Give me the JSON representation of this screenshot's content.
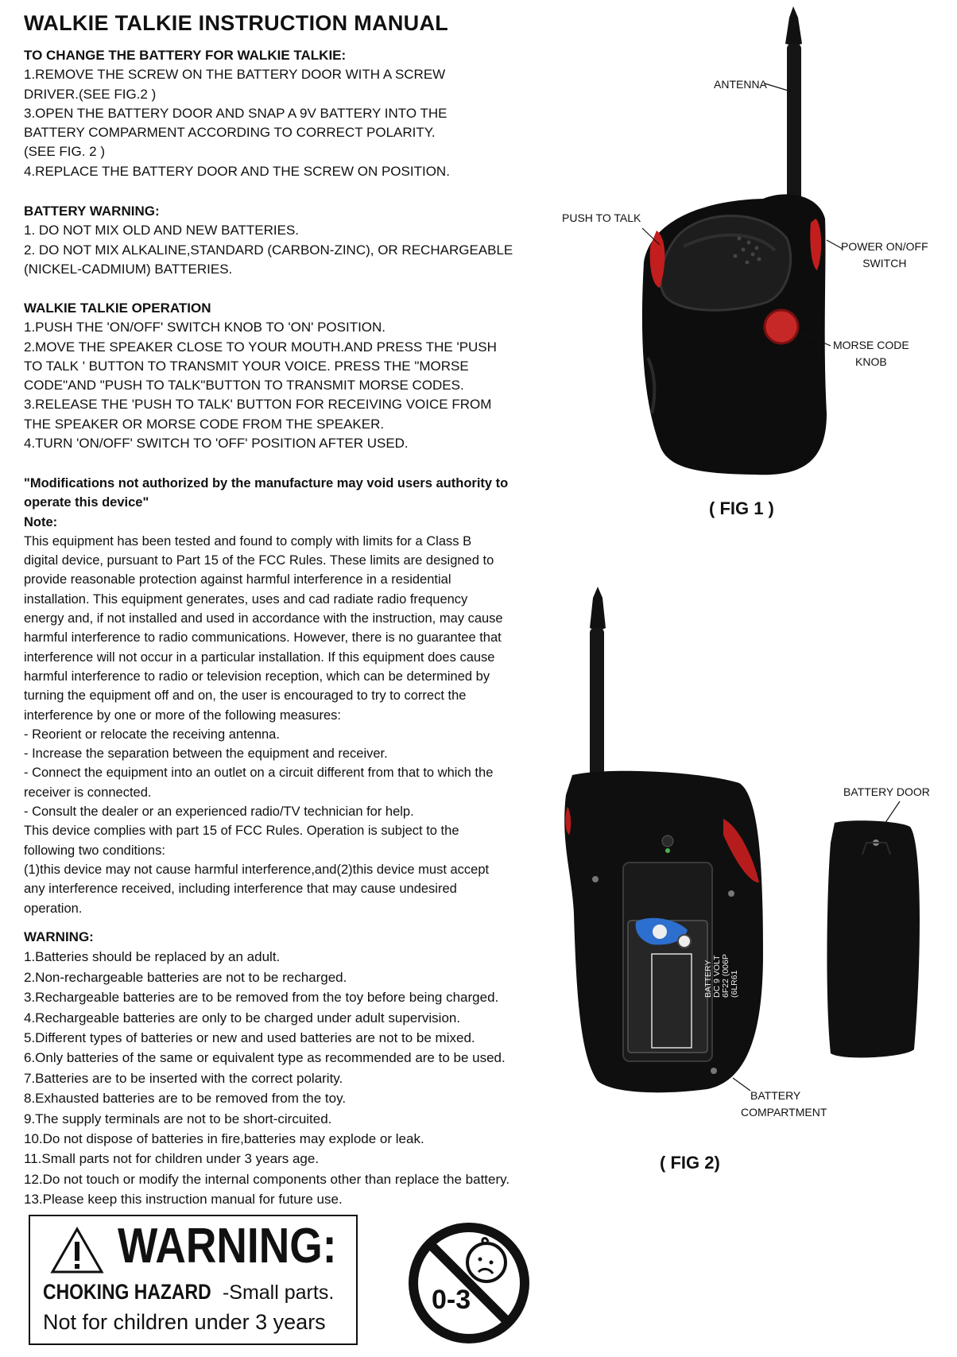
{
  "title": "WALKIE TALKIE  INSTRUCTION MANUAL",
  "battery_change": {
    "heading": "TO CHANGE THE BATTERY FOR  WALKIE TALKIE:",
    "lines": [
      "1.REMOVE THE SCREW ON  THE BATTERY DOOR WITH A SCREW",
      "DRIVER.(SEE FIG.2 )",
      "3.OPEN THE BATTERY DOOR AND SNAP A 9V  BATTERY INTO THE",
      "BATTERY COMPARMENT ACCORDING TO CORRECT POLARITY.",
      "(SEE FIG. 2 )",
      "4.REPLACE THE BATTERY DOOR AND THE SCREW ON POSITION."
    ]
  },
  "battery_warning": {
    "heading": "BATTERY WARNING:",
    "lines": [
      "1. DO NOT MIX OLD AND NEW BATTERIES.",
      "2. DO NOT MIX ALKALINE,STANDARD (CARBON-ZINC), OR RECHARGEABLE",
      "(NICKEL-CADMIUM) BATTERIES."
    ]
  },
  "operation": {
    "heading": "WALKIE TALKIE OPERATION",
    "lines": [
      "1.PUSH THE 'ON/OFF' SWITCH KNOB TO 'ON' POSITION.",
      "2.MOVE THE SPEAKER CLOSE TO YOUR MOUTH.AND PRESS THE  'PUSH",
      "TO TALK ' BUTTON TO TRANSMIT YOUR VOICE. PRESS THE \"MORSE",
      "CODE\"AND \"PUSH TO TALK\"BUTTON TO TRANSMIT MORSE CODES.",
      "3.RELEASE THE 'PUSH TO TALK' BUTTON FOR RECEIVING VOICE FROM",
      "THE SPEAKER OR MORSE CODE FROM THE SPEAKER.",
      "4.TURN 'ON/OFF' SWITCH TO 'OFF' POSITION AFTER USED."
    ]
  },
  "modification": {
    "lines": [
      "\"Modifications not authorized by the manufacture may void users authority to",
      "operate this device\""
    ],
    "note_label": "Note:"
  },
  "fcc": {
    "lines": [
      "This equipment has been tested and found to comply with limits for a Class B",
      "digital device, pursuant to Part 15 of the FCC Rules. These limits are designed to",
      "provide reasonable protection against harmful interference in a residential",
      "installation. This equipment generates, uses and cad radiate radio frequency",
      "energy and, if not installed and used in accordance with the instruction, may cause",
      "harmful interference to radio communications. However, there is no guarantee that",
      "interference will not occur in a particular installation. If this equipment does cause",
      "harmful interference to radio or television reception, which can be determined by",
      "turning the equipment off and on, the user is encouraged to try to correct the",
      "interference by one or more of the following measures:",
      "- Reorient or relocate the receiving antenna.",
      "- Increase the separation between the equipment and receiver.",
      "- Connect the equipment into an outlet on a circuit different from that to which the",
      "receiver is connected.",
      "- Consult the dealer or an experienced radio/TV technician for help.",
      "This device complies with part 15 of FCC Rules. Operation is subject to the",
      "following two conditions:",
      "(1)this device may not cause harmful interference,and(2)this device must accept",
      "any interference received, including interference that may cause undesired",
      "operation."
    ]
  },
  "warning_list": {
    "heading": "WARNING:",
    "items": [
      "1.Batteries should be replaced by an adult.",
      "2.Non-rechargeable batteries are not to be recharged.",
      "3.Rechargeable batteries are to be removed from the toy before being charged.",
      "4.Rechargeable batteries are only to be charged under adult supervision.",
      "5.Different types of batteries or new and used batteries are not to be  mixed.",
      "6.Only batteries of the same or equivalent type as recommended are to be used.",
      "7.Batteries are to be inserted with the correct polarity.",
      "8.Exhausted batteries are to be removed from the toy.",
      "9.The supply terminals are not to be short-circuited.",
      "10.Do not dispose of batteries in fire,batteries may explode or leak.",
      "11.Small parts not for children under 3 years age.",
      "12.Do not touch or modify the internal components other than replace the battery.",
      "13.Please keep this instruction manual for future use."
    ]
  },
  "fig1": {
    "caption": "( FIG 1 )",
    "labels": {
      "antenna": "ANTENNA",
      "push_to_talk": "PUSH TO TALK",
      "power_1": "POWER ON/OFF",
      "power_2": "SWITCH",
      "morse_1": "MORSE CODE",
      "morse_2": "KNOB"
    }
  },
  "fig2": {
    "caption": "( FIG 2)",
    "labels": {
      "battery_door": "BATTERY DOOR",
      "compartment_1": "BATTERY",
      "compartment_2": "COMPARTMENT"
    },
    "battery_print": [
      "BATTERY",
      "DC 9 VOLT",
      "6F22 (006P",
      "(6LR61"
    ]
  },
  "choking": {
    "big": "WARNING:",
    "hazard": "CHOKING HAZARD",
    "small_parts": "-Small parts.",
    "line2": "Not for children under 3 years",
    "age": "0-3"
  }
}
